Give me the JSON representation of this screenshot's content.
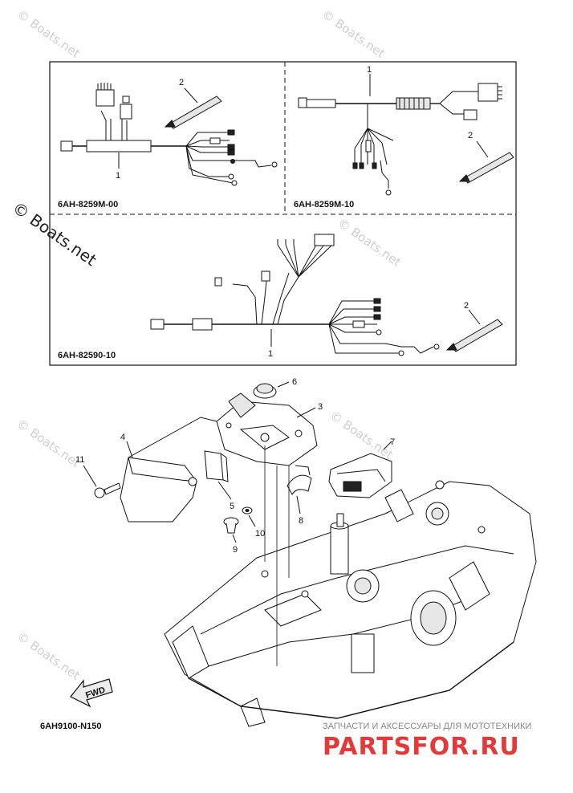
{
  "diagram": {
    "watermark_text": "© Boats.net",
    "kits": [
      {
        "code": "6AH-8259M-00",
        "callouts": [
          "1",
          "2"
        ]
      },
      {
        "code": "6AH-8259M-10",
        "callouts": [
          "1",
          "2"
        ]
      },
      {
        "code": "6AH-82590-10",
        "callouts": [
          "1",
          "2"
        ]
      }
    ],
    "part_callouts": [
      "3",
      "4",
      "5",
      "6",
      "7",
      "8",
      "9",
      "10",
      "11"
    ],
    "fwd_label": "FWD",
    "figure_code": "6AH9100-N150",
    "brand": {
      "tagline": "ЗАПЧАСТИ И АКСЕССУАРЫ ДЛЯ МОТОТЕХНИКИ",
      "name": "PARTSFOR.RU"
    }
  }
}
